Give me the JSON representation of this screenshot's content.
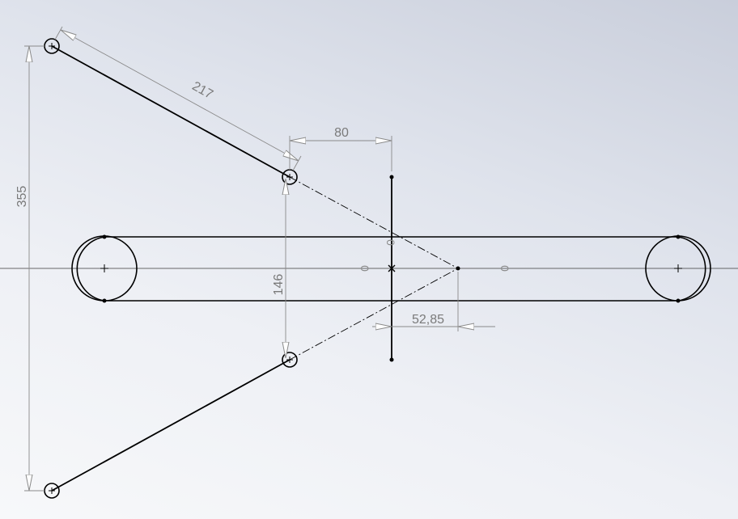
{
  "sketch": {
    "dimensions": {
      "link_length": "217",
      "horizontal_offset": "80",
      "total_height": "355",
      "inner_height": "146",
      "vertex_offset": "52,85"
    },
    "relation_glyph": "0",
    "colors": {
      "background": "#e8ebf2",
      "geometry": "#000000",
      "dimension": "#8a8a8a",
      "centerline": "#000000"
    }
  }
}
